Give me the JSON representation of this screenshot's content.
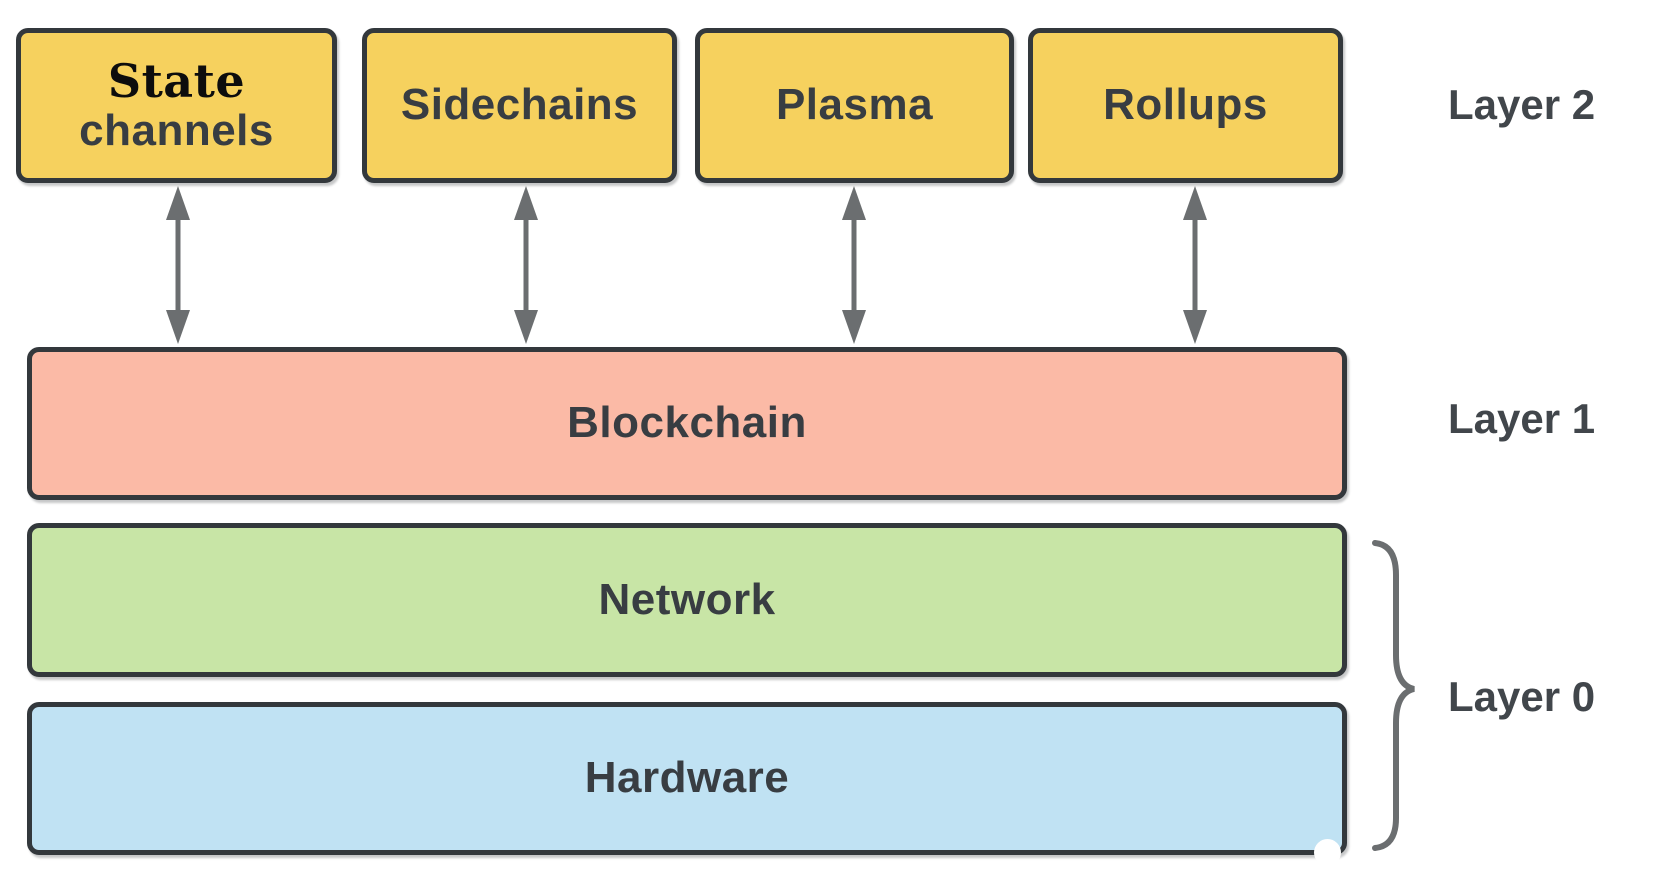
{
  "layers": {
    "layer2": {
      "label": "Layer 2",
      "boxes": {
        "state_channels": {
          "line1": "State",
          "line2": "channels"
        },
        "sidechains": "Sidechains",
        "plasma": "Plasma",
        "rollups": "Rollups"
      }
    },
    "layer1": {
      "label": "Layer 1",
      "box": "Blockchain"
    },
    "layer0": {
      "label": "Layer 0",
      "network": "Network",
      "hardware": "Hardware"
    }
  },
  "colors": {
    "layer2_box_fill": "#f6d15e",
    "layer1_box_fill": "#fbbaa6",
    "network_box_fill": "#c8e5a6",
    "hardware_box_fill": "#c0e2f3",
    "box_border": "#33383c",
    "arrow_gray": "#6b6e70",
    "label_text": "#383d42"
  }
}
